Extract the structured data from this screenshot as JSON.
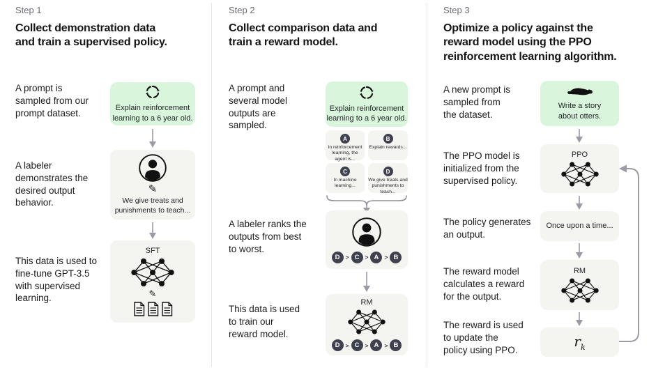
{
  "colors": {
    "green_box": "#d9f6dd",
    "gray_box": "#f4f4f1",
    "badge": "#40414f",
    "arrow": "#9b9ba6"
  },
  "step1": {
    "label": "Step 1",
    "title": "Collect demonstration data\nand train a supervised policy.",
    "texts": {
      "prompt": "A prompt is\nsampled from our\nprompt dataset.",
      "labeler": "A labeler\ndemonstrates the\ndesired output\nbehavior.",
      "finetune": "This data is used to\nfine-tune GPT-3.5\nwith supervised\nlearning."
    },
    "prompt_box": "Explain reinforcement\nlearning to a 6 year old.",
    "labeler_box": "We give treats and\npunishments to teach...",
    "model_label": "SFT"
  },
  "step2": {
    "label": "Step 2",
    "title": "Collect comparison data and\ntrain a reward model.",
    "texts": {
      "prompt": "A prompt and\nseveral model\noutputs are\nsampled.",
      "labeler": "A labeler ranks the\noutputs from best\nto worst.",
      "train": "This data is used\nto train our\nreward model."
    },
    "prompt_box": "Explain reinforcement\nlearning to a 6 year old.",
    "outputs": [
      {
        "badge": "A",
        "text": "In reinforcement\nlearning, the\nagent is..."
      },
      {
        "badge": "B",
        "text": "Explain rewards..."
      },
      {
        "badge": "C",
        "text": "In machine\nlearning..."
      },
      {
        "badge": "D",
        "text": "We give treats and\npunishments to\nteach..."
      }
    ],
    "ranking": {
      "order": [
        "D",
        "C",
        "A",
        "B"
      ],
      "separator": ">"
    },
    "model_label": "RM"
  },
  "step3": {
    "label": "Step 3",
    "title": "Optimize a policy against the\nreward model using the PPO\nreinforcement learning algorithm.",
    "texts": {
      "prompt": "A new prompt is\nsampled from\nthe dataset.",
      "init": "The PPO model is\ninitialized from the\nsupervised policy.",
      "generate": "The policy generates\nan output.",
      "reward": "The reward model\ncalculates a reward\nfor the output.",
      "update": "The reward is used\nto update the\npolicy using PPO."
    },
    "prompt_box": "Write a story\nabout otters.",
    "ppo_label": "PPO",
    "output_box": "Once upon a time...",
    "rm_label": "RM",
    "reward": {
      "base": "r",
      "sub": "k"
    }
  }
}
